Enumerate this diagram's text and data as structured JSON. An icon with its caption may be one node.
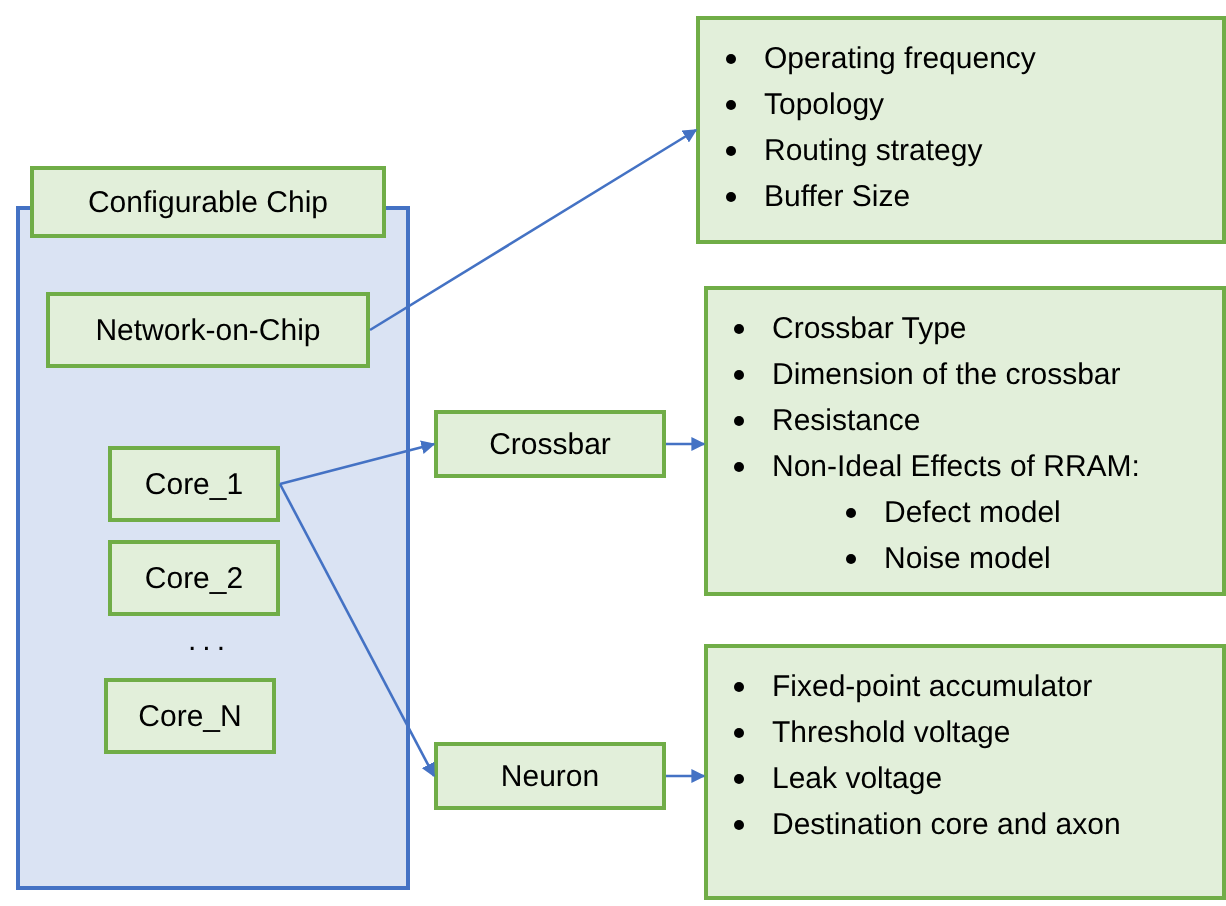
{
  "diagram": {
    "nodes": [
      {
        "text": [],
        "shape": "box"
      },
      {
        "text": [
          "Configurable Chip"
        ]
      },
      {
        "text": [
          "Network-on-Chip"
        ],
        "in": 0
      },
      {
        "text": [
          "Core_1"
        ],
        "in": 0
      },
      {
        "text": [
          "Core_2"
        ],
        "in": 0
      },
      {
        "text": [
          "Core_N"
        ],
        "in": 0
      },
      {
        "text": [
          "Crossbar"
        ]
      },
      {
        "text": [
          "Neuron"
        ]
      },
      {
        "text": [
          "Operating frequency",
          "Topology",
          "Routing strategy",
          "Buffer Size"
        ]
      },
      {
        "text": [
          "Crossbar Type",
          "Dimension of the crossbar",
          "Resistance",
          "Non-Ideal Effects of RRAM:",
          "Defect model",
          "Noise model"
        ]
      },
      {
        "text": [
          "Fixed-point accumulator",
          "Threshold voltage",
          "Leak voltage",
          "Destination core and axon"
        ]
      }
    ],
    "edges": [
      {
        "from": 2,
        "to": 8,
        "arrow": "to"
      },
      {
        "from": 3,
        "to": 6,
        "arrow": "to"
      },
      {
        "from": 3,
        "to": 7,
        "arrow": "to"
      },
      {
        "from": 6,
        "to": 9,
        "arrow": "to"
      },
      {
        "from": 7,
        "to": 10,
        "arrow": "to"
      }
    ],
    "labels": [
      "..."
    ]
  }
}
